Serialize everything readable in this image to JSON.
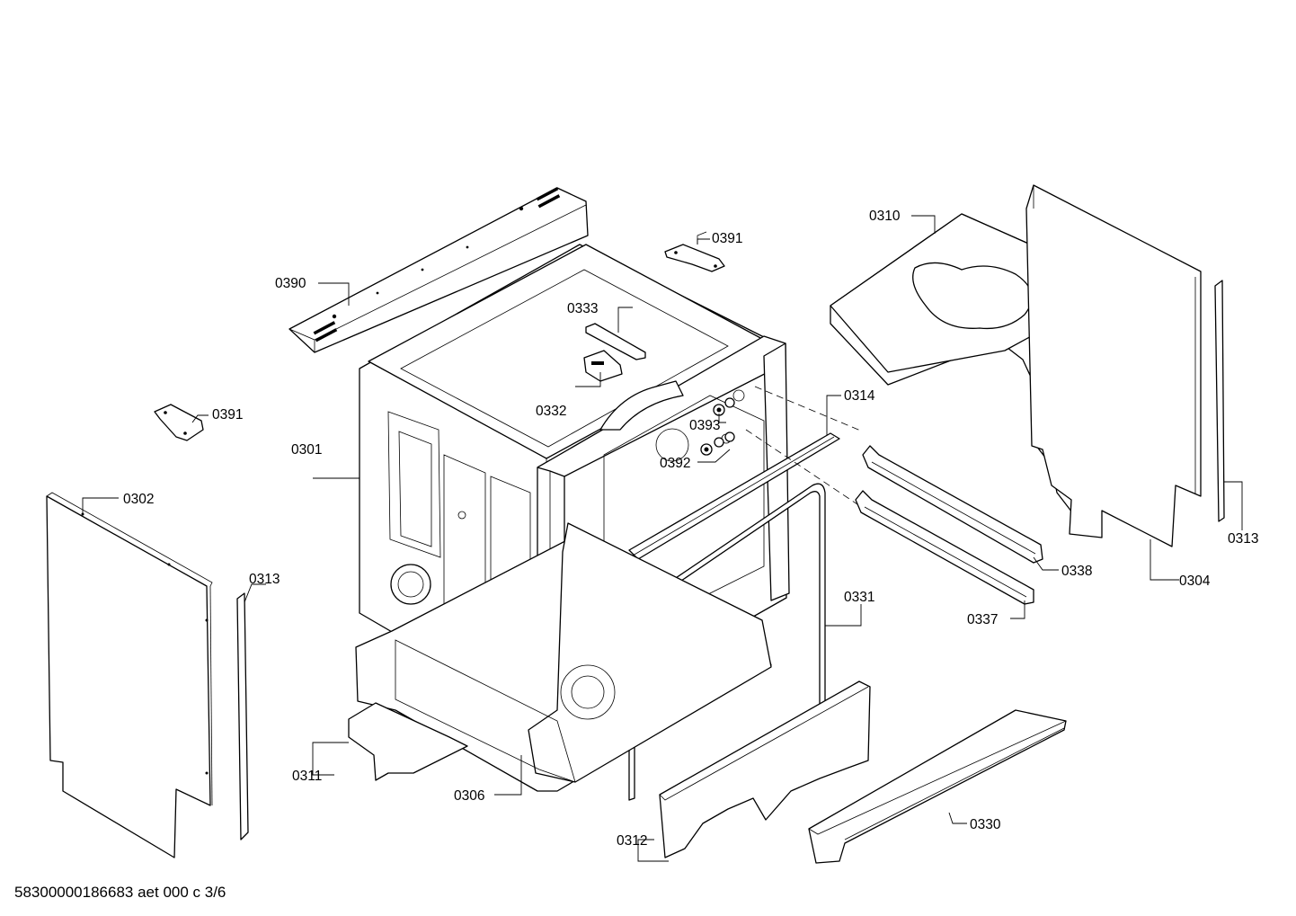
{
  "parts": {
    "p0390": "0390",
    "p0391a": "0391",
    "p0391b": "0391",
    "p0333": "0333",
    "p0332": "0332",
    "p0301": "0301",
    "p0302": "0302",
    "p0313a": "0313",
    "p0313b": "0313",
    "p0393": "0393",
    "p0392": "0392",
    "p0314": "0314",
    "p0310": "0310",
    "p0338": "0338",
    "p0337": "0337",
    "p0304": "0304",
    "p0331": "0331",
    "p0311": "0311",
    "p0306": "0306",
    "p0312": "0312",
    "p0330": "0330"
  },
  "document_reference": "58300000186683 aet 000 c 3/6"
}
